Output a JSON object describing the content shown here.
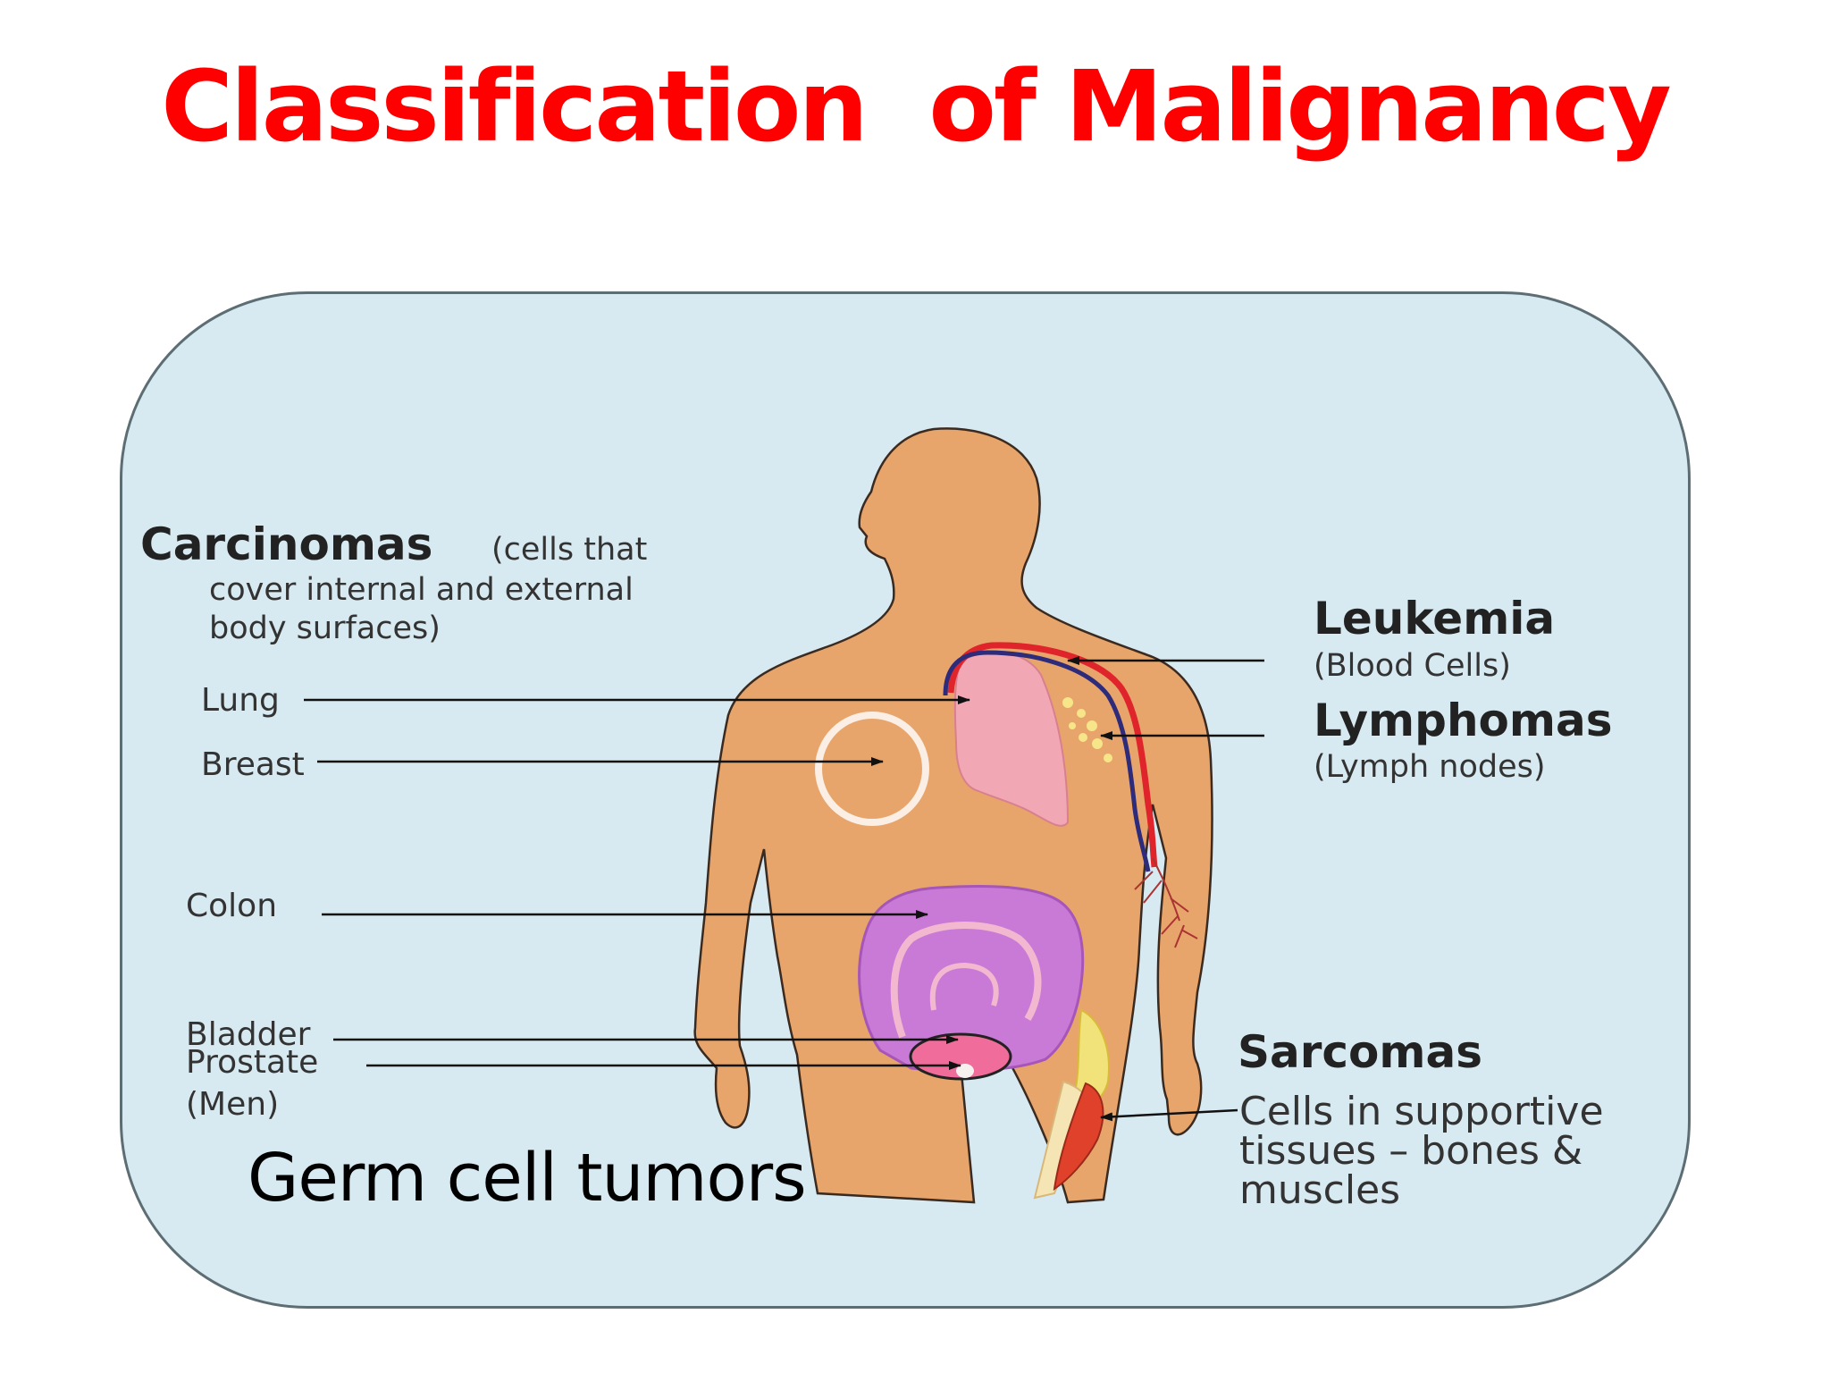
{
  "title": "Classification  of Malignancy",
  "colors": {
    "title": "#ff0000",
    "panel_bg": "#d8eaf1",
    "skin": "#e8a56b",
    "lung": "#f1a8b4",
    "colon": "#c97ad6",
    "blood_red": "#e0242b",
    "blood_blue": "#2d2b7a",
    "lymph_yellow": "#f7e58a",
    "muscle": "#e0412b",
    "bone": "#f5e5b5"
  },
  "carcinomas": {
    "heading": "Carcinomas",
    "desc_line1": "(cells that",
    "desc_line2": "cover internal and external",
    "desc_line3": "body surfaces)",
    "organs": {
      "lung": "Lung",
      "breast": "Breast",
      "colon": "Colon",
      "bladder": "Bladder",
      "prostate": "Prostate",
      "men": "(Men)"
    }
  },
  "leukemia": {
    "heading": "Leukemia",
    "desc": "(Blood Cells)"
  },
  "lymphomas": {
    "heading": "Lymphomas",
    "desc": "(Lymph nodes)"
  },
  "sarcomas": {
    "heading": "Sarcomas",
    "desc_line1": "Cells in supportive",
    "desc_line2": "tissues – bones &",
    "desc_line3": "muscles"
  },
  "germ_cell": "Germ cell tumors"
}
